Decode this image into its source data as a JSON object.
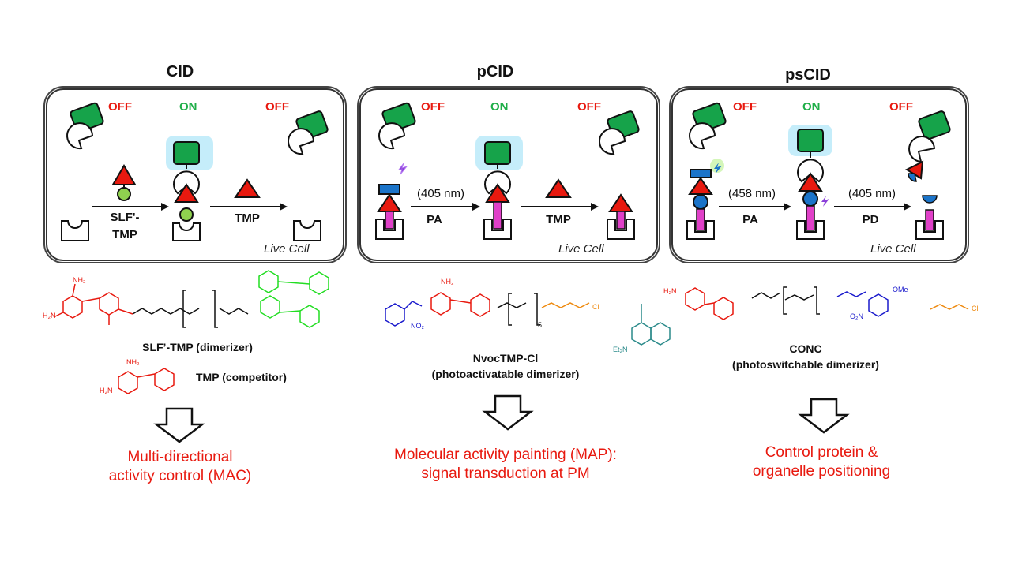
{
  "panels": [
    {
      "title": "CID",
      "states": [
        "OFF",
        "ON",
        "OFF"
      ],
      "step1_label": "SLF'-\nTMP",
      "step2_label": "TMP",
      "live_cell": "Live Cell",
      "molecule_caption": "SLF’-TMP (dimerizer)",
      "competitor_caption": "TMP (competitor)",
      "outcome_line1": "Multi-directional",
      "outcome_line2": "activity control (MAC)"
    },
    {
      "title": "pCID",
      "states": [
        "OFF",
        "ON",
        "OFF"
      ],
      "wavelength": "(405 nm)",
      "step1_label": "PA",
      "step2_label": "TMP",
      "live_cell": "Live Cell",
      "molecule_caption_line1": "NvocTMP-Cl",
      "molecule_caption_line2": "(photoactivatable dimerizer)",
      "outcome_line1": "Molecular activity painting (MAP):",
      "outcome_line2": "signal transduction at PM"
    },
    {
      "title": "psCID",
      "states": [
        "OFF",
        "ON",
        "OFF"
      ],
      "wavelength1": "(458 nm)",
      "wavelength2": "(405 nm)",
      "step1_label": "PA",
      "step2_label": "PD",
      "live_cell": "Live Cell",
      "molecule_caption_line1": "CONC",
      "molecule_caption_line2": "(photoswitchable dimerizer)",
      "outcome_line1": "Control protein &",
      "outcome_line2": "organelle positioning"
    }
  ],
  "colors": {
    "off": "#e8190f",
    "on": "#1fae48",
    "green_protein": "#16a34a",
    "red_ligand": "#e8190f",
    "blue_cage": "#1b74c9",
    "magenta": "#e040c8",
    "glow": "#7fd8f5"
  }
}
